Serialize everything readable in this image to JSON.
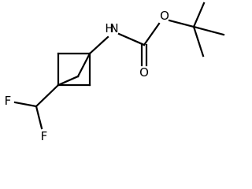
{
  "molecule": {
    "atoms": {
      "nitrogen": "N",
      "hydrogen": "H",
      "oxygen_ester": "O",
      "oxygen_carbonyl": "O",
      "fluorine_1": "F",
      "fluorine_2": "F"
    },
    "colors": {
      "bond": "#000000",
      "label": "#000000",
      "background": "#ffffff"
    }
  }
}
